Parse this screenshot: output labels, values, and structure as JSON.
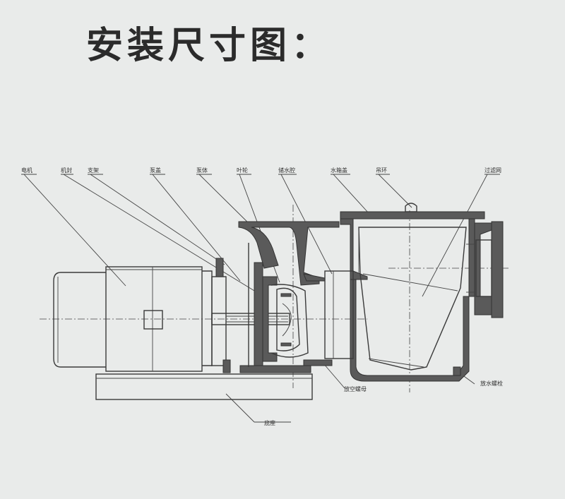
{
  "title": "安装尺寸图：",
  "labels": {
    "motor": "电机",
    "seal": "机封",
    "bracket": "支架",
    "pump_cover": "泵盖",
    "pump_body": "泵体",
    "impeller": "叶轮",
    "volute": "储水腔",
    "strainer_cover": "水箱盖",
    "lifting_ring": "吊环",
    "filter": "过滤网",
    "base": "底座",
    "drain_pipe": "放空螺母",
    "drain_plug": "放水螺栓"
  }
}
